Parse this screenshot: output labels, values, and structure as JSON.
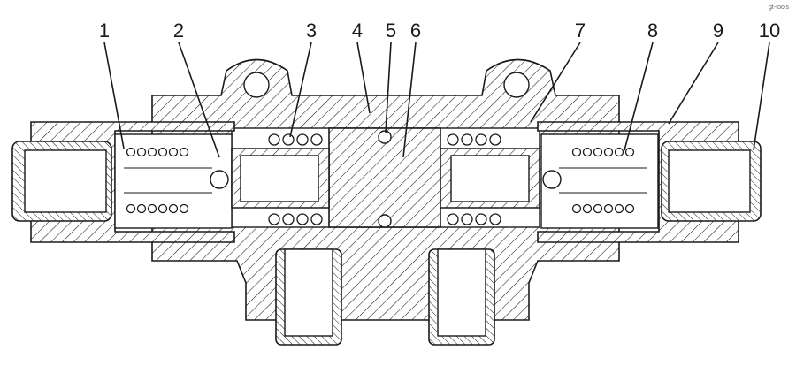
{
  "diagram": {
    "part_labels": [
      "1",
      "2",
      "3",
      "4",
      "5",
      "6",
      "7",
      "8",
      "9",
      "10"
    ],
    "corner_mark": "gt-tools",
    "colors": {
      "line": "#1a1a1a",
      "background": "#ffffff",
      "hatch": "#1a1a1a"
    }
  }
}
